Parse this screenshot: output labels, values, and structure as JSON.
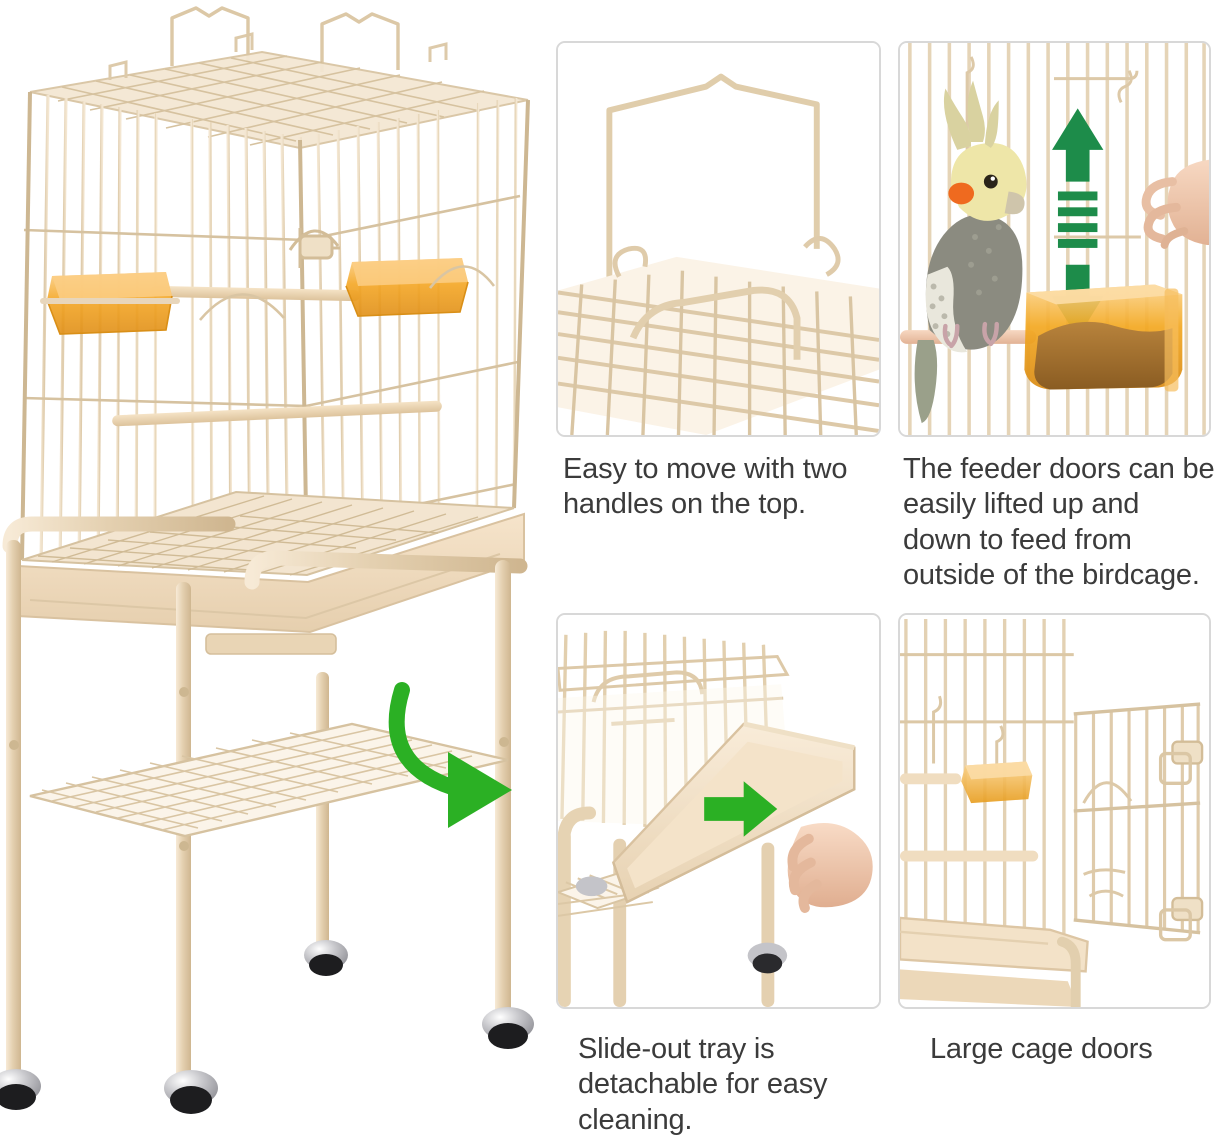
{
  "product": {
    "name": "Rolling metal birdcage with stand",
    "frame_color": "#e8d6bb",
    "wire_color": "#ddcbb0",
    "tray_color": "#f0dcc2",
    "feeder_color": "#f0a72a",
    "caster_color": "#c9c9cf",
    "bird": "cockatiel"
  },
  "accents": {
    "arrow_green": "#2bb024",
    "arrow_green_dark": "#1d8c4a",
    "panel_border": "#d8d8d8",
    "caption_text": "#3b3b3b",
    "background": "#ffffff"
  },
  "panels": [
    {
      "id": "handles",
      "position": "top-left",
      "caption": "Easy to move with two handles on the top.",
      "subject": "cage-top-handle-closeup",
      "annotation_icon": "none"
    },
    {
      "id": "feeder-doors",
      "position": "top-right",
      "caption": "The feeder doors can be easily lifted up and down to feed from outside of the birdcage.",
      "subject": "cockatiel-with-feeder-cup",
      "annotation_icon": "up-down-arrow"
    },
    {
      "id": "slide-out-tray",
      "position": "bottom-left",
      "caption": "Slide-out tray is detachable for easy cleaning.",
      "subject": "tray-pulled-out-by-hand",
      "annotation_icon": "right-arrow"
    },
    {
      "id": "cage-doors",
      "position": "bottom-right",
      "caption": "Large cage doors",
      "subject": "open-cage-door-with-latches",
      "annotation_icon": "none"
    }
  ],
  "hero": {
    "label": "birdcage-on-rolling-stand",
    "features": [
      "two top handles",
      "two amber feeder cups",
      "wooden perches",
      "pull-out bottom tray",
      "lower wire shelf",
      "four lockable casters"
    ],
    "annotation_icon": "curved-right-arrow"
  }
}
